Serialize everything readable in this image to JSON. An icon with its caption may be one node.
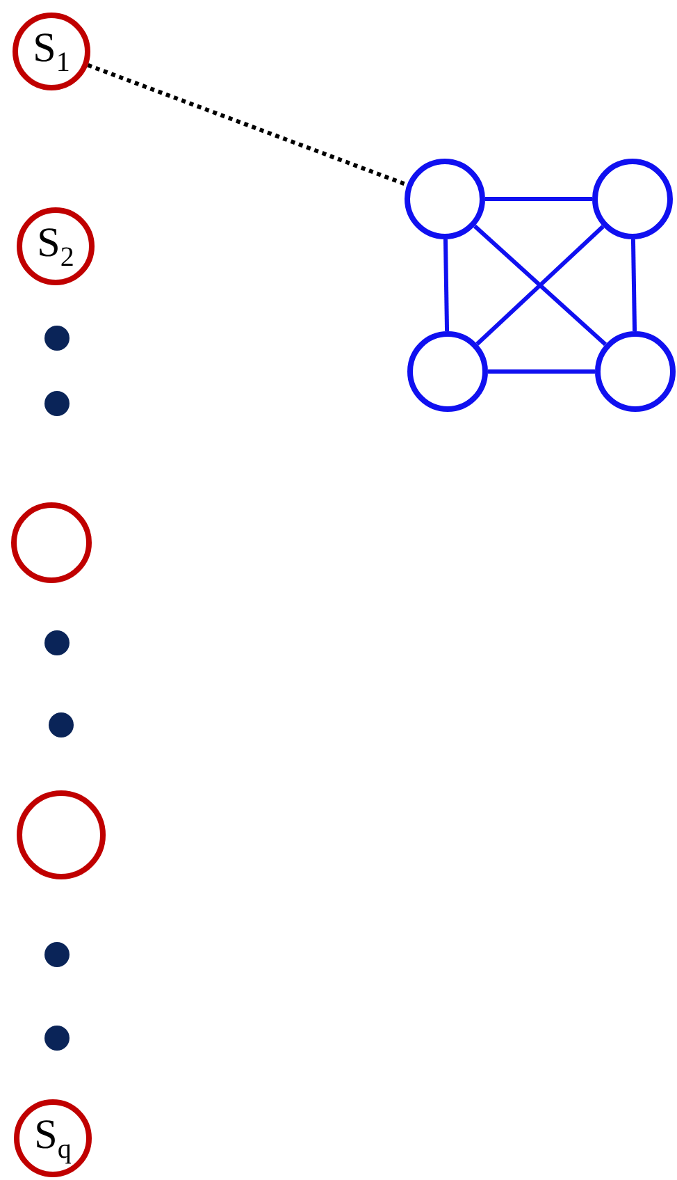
{
  "diagram": {
    "nodes": [
      {
        "text": [
          "S$_{1}$"
        ]
      },
      {
        "text": [
          "S$_{2}$"
        ]
      },
      {
        "text": [],
        "shape": "circle"
      },
      {
        "text": [],
        "shape": "circle"
      },
      {
        "text": [
          "S$_{q}$"
        ]
      },
      {
        "text": [],
        "shape": "circle"
      },
      {
        "text": [],
        "shape": "circle"
      },
      {
        "text": [],
        "shape": "circle"
      },
      {
        "text": [],
        "shape": "circle"
      }
    ],
    "edges": [
      {
        "from": 0,
        "to": 5,
        "arrow": "none",
        "style": "dashed",
        "color": "#000000"
      },
      {
        "from": 5,
        "to": 6,
        "arrow": "none"
      },
      {
        "from": 5,
        "to": 7,
        "arrow": "none"
      },
      {
        "from": 5,
        "to": 8,
        "arrow": "none"
      },
      {
        "from": 6,
        "to": 7,
        "arrow": "none"
      },
      {
        "from": 6,
        "to": 8,
        "arrow": "none"
      },
      {
        "from": 7,
        "to": 8,
        "arrow": "none"
      }
    ]
  }
}
